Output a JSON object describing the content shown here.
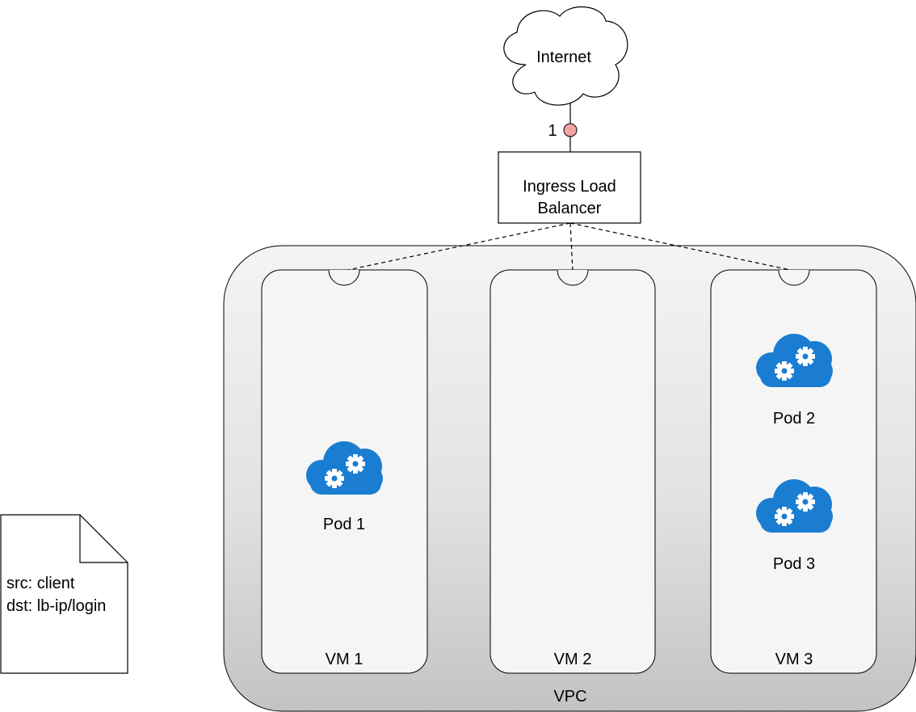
{
  "internet": {
    "label": "Internet"
  },
  "connection_marker": {
    "label": "1"
  },
  "load_balancer": {
    "line1": "Ingress Load",
    "line2": "Balancer"
  },
  "vpc": {
    "label": "VPC"
  },
  "vms": [
    {
      "label": "VM 1"
    },
    {
      "label": "VM 2"
    },
    {
      "label": "VM 3"
    }
  ],
  "pods": [
    {
      "label": "Pod 1",
      "vm": "VM 1"
    },
    {
      "label": "Pod 2",
      "vm": "VM 3"
    },
    {
      "label": "Pod 3",
      "vm": "VM 3"
    }
  ],
  "packet_note": {
    "line1": "src: client",
    "line2": "dst: lb-ip/login"
  },
  "colors": {
    "pod_icon": "#1A7DD1",
    "connection_marker": "#F4A3A3",
    "vm_fill": "#F5F5F5",
    "vpc_gradient_top": "#F4F4F4",
    "vpc_gradient_bottom": "#C3C3C3"
  },
  "icons": {
    "internet": "cloud-icon",
    "pod": "cloud-gear-icon",
    "packet_note": "document-icon"
  }
}
